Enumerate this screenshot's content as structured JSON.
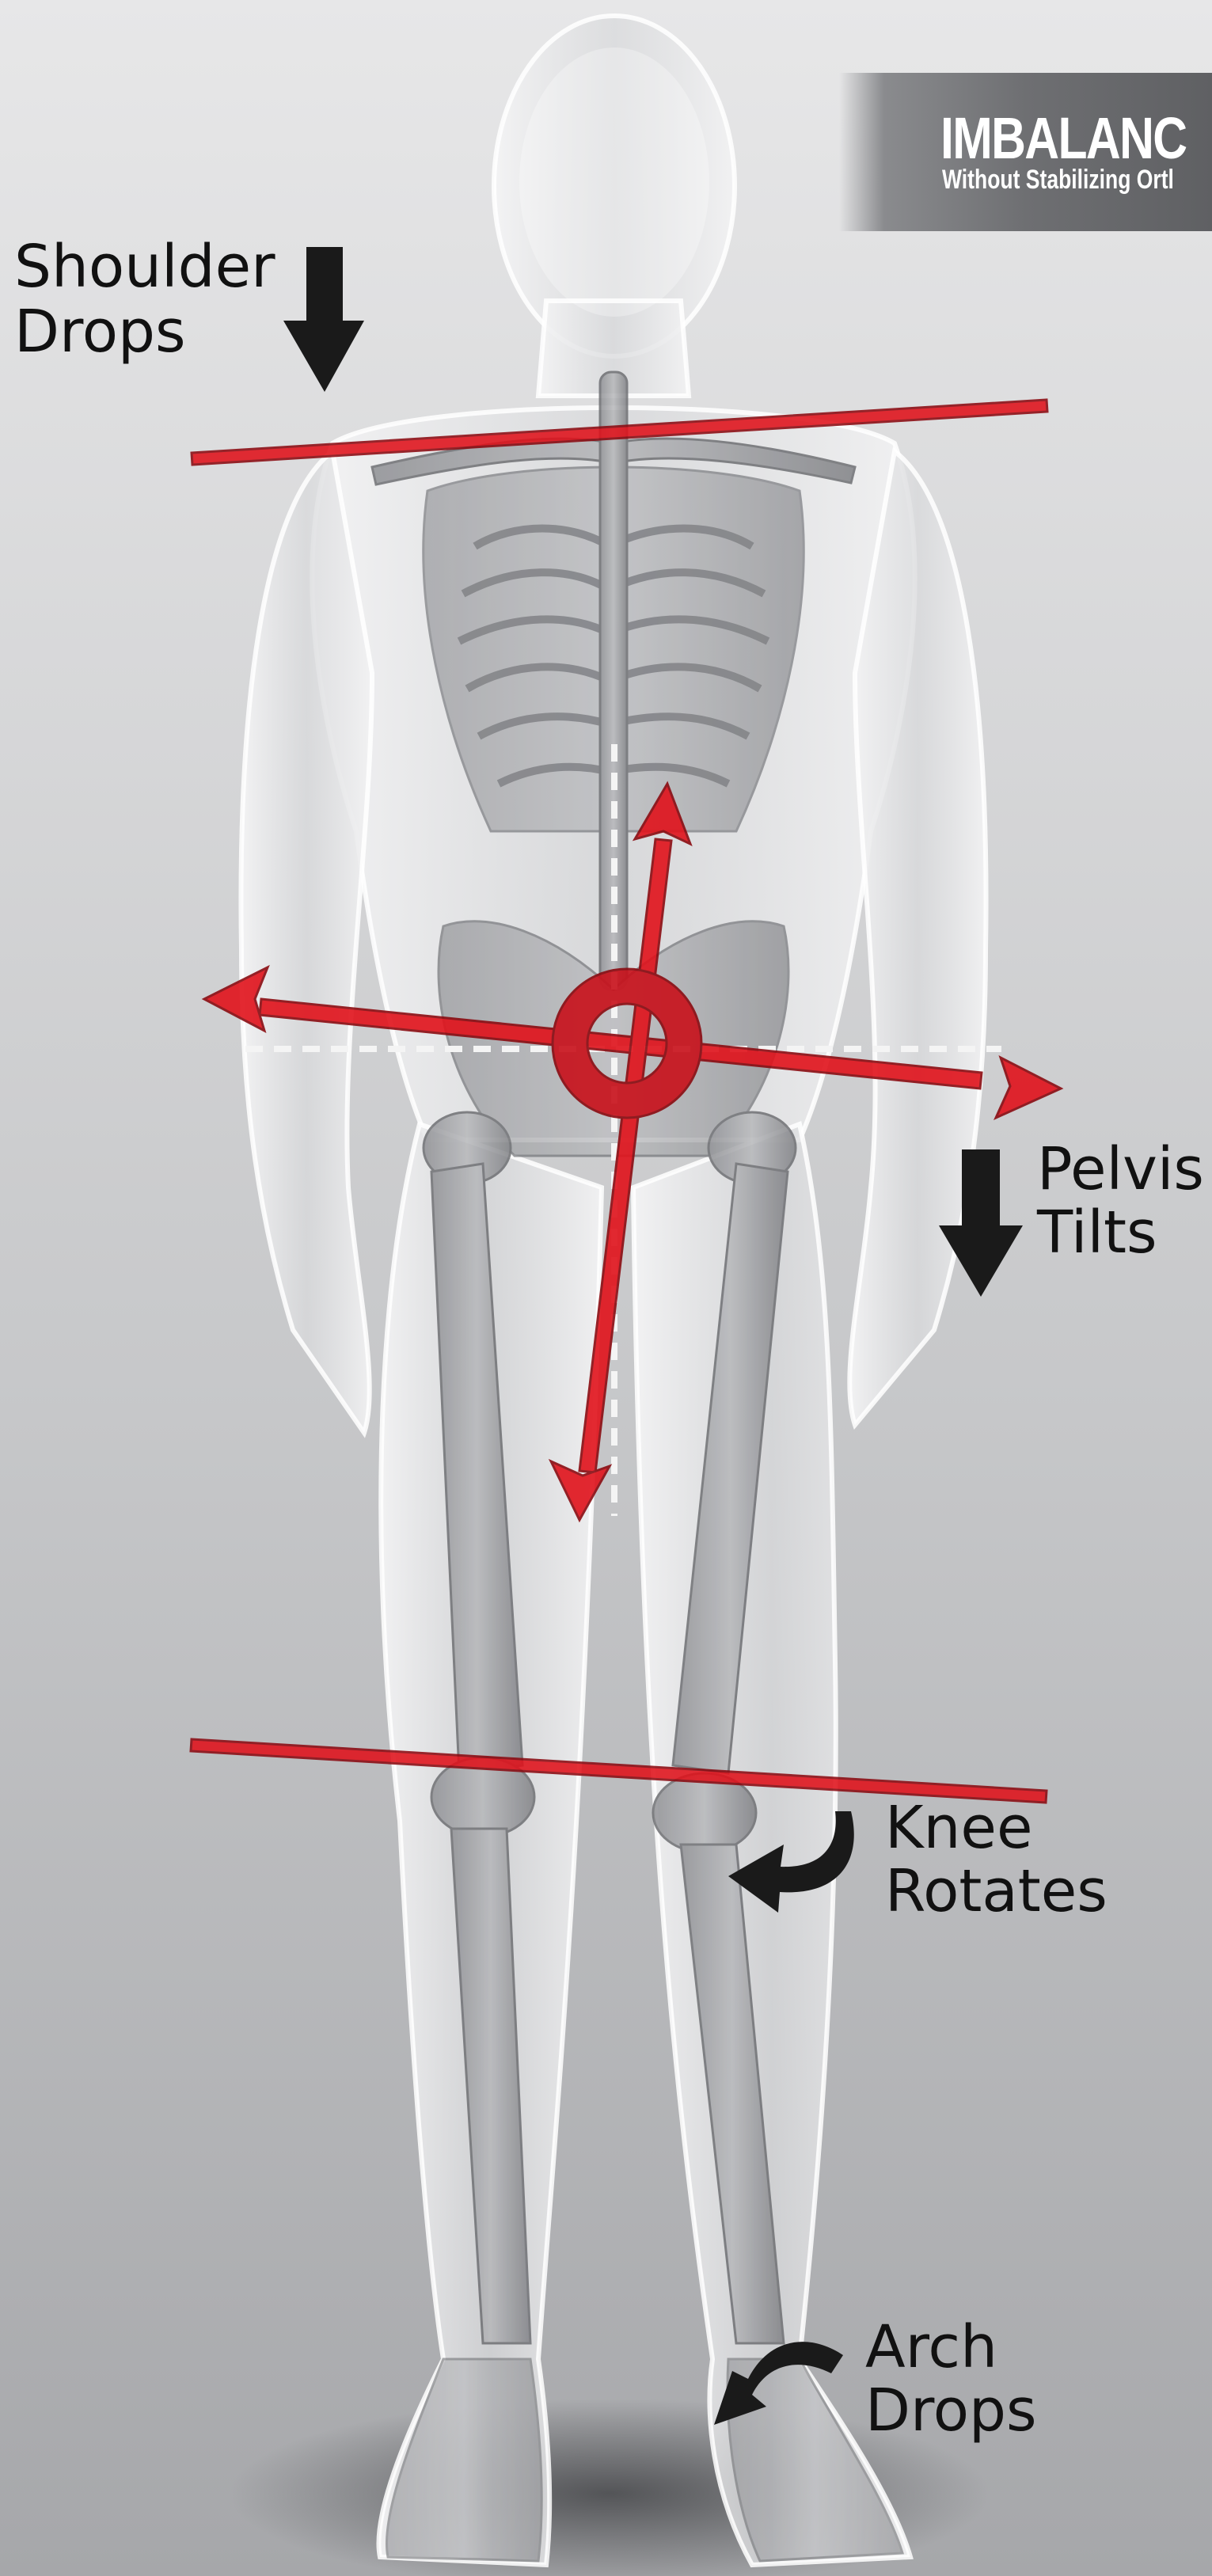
{
  "title": {
    "main": "IMBALANC",
    "sub": "Without Stabilizing Ortl"
  },
  "labels": {
    "shoulder_line1": "Shoulder",
    "shoulder_line2": "Drops",
    "pelvis_line1": "Pelvis",
    "pelvis_line2": "Tilts",
    "knee_line1": "Knee",
    "knee_line2": "Rotates",
    "arch_line1": "Arch",
    "arch_line2": "Drops"
  },
  "colors": {
    "accent_red": "#e0121b",
    "arrow_black": "#1a1a1a",
    "banner_gray": "#6e6f72",
    "text": "#111111"
  },
  "icons": {
    "shoulder_arrow": "arrow-down-icon",
    "pelvis_arrow": "arrow-down-icon",
    "knee_arrow": "curved-arrow-icon",
    "arch_arrow": "curved-arrow-icon"
  }
}
